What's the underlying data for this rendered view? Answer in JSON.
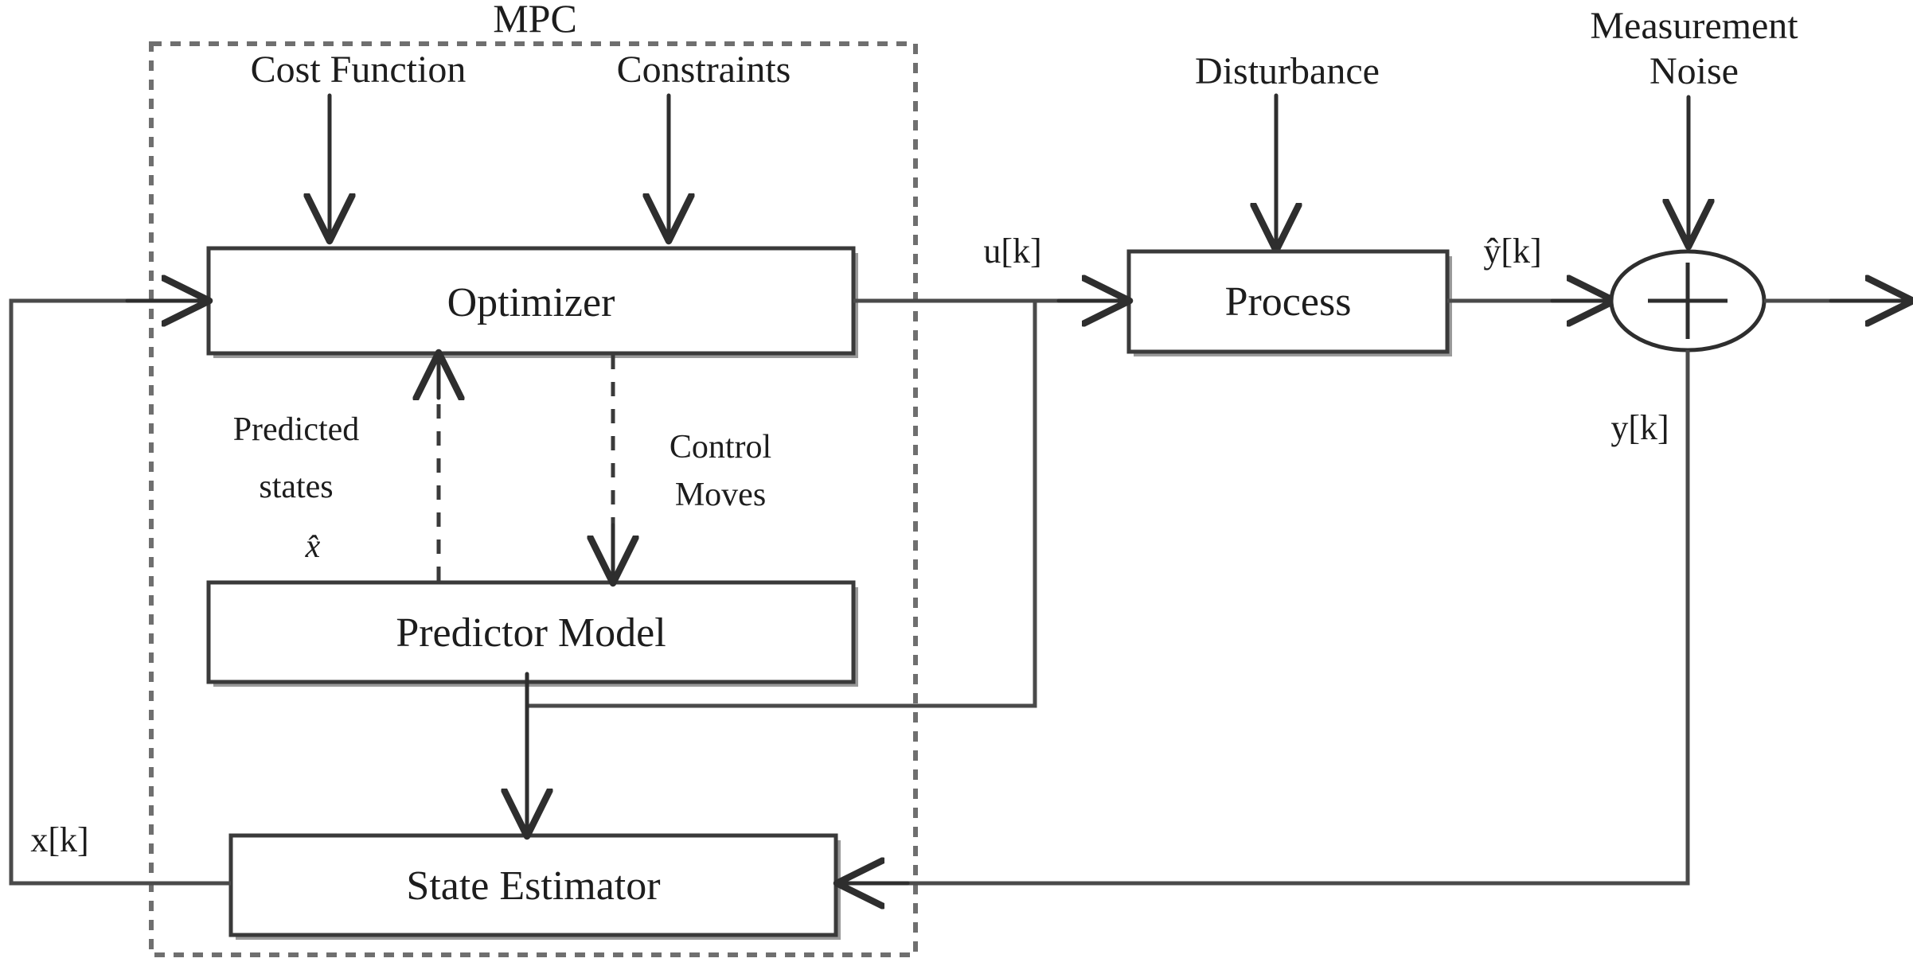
{
  "diagram": {
    "title": "MPC",
    "boundary_label": "MPC",
    "blocks": [
      {
        "id": "optimizer",
        "label": "Optimizer"
      },
      {
        "id": "predictor_model",
        "label": "Predictor Model"
      },
      {
        "id": "state_estimator",
        "label": "State Estimator"
      },
      {
        "id": "process",
        "label": "Process"
      }
    ],
    "external_inputs": [
      {
        "id": "cost_function",
        "label": "Cost Function"
      },
      {
        "id": "constraints",
        "label": "Constraints"
      },
      {
        "id": "disturbance",
        "label": "Disturbance"
      },
      {
        "id": "measurement_noise",
        "label": "Measurement",
        "label2": "Noise"
      }
    ],
    "internal_labels": [
      {
        "id": "predicted_states",
        "line1": "Predicted",
        "line2": "states",
        "symbol": "x̂"
      },
      {
        "id": "control_moves",
        "line1": "Control",
        "line2": "Moves"
      }
    ],
    "signals": [
      {
        "id": "u_k",
        "label": "u[k]"
      },
      {
        "id": "y_hat_k",
        "label": "ŷ[k]"
      },
      {
        "id": "y_k",
        "label": "y[k]"
      },
      {
        "id": "x_k",
        "label": "x[k]"
      }
    ],
    "summing_junction": {
      "id": "sum",
      "sign": "+"
    },
    "colors": {
      "block_stroke": "#3a3a3a",
      "wire": "#4a4a4a",
      "boundary": "#6f6f6f",
      "text": "#1d1d1d",
      "background": "#ffffff"
    }
  }
}
